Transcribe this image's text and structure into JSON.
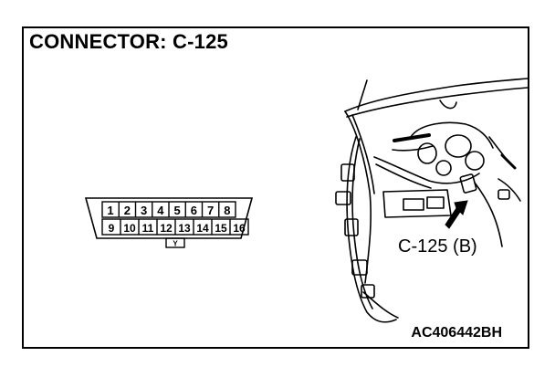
{
  "diagram": {
    "title": "CONNECTOR: C-125",
    "reference_code": "AC406442BH",
    "connector_callout": "C-125 (B)",
    "connector": {
      "top_row_pins": [
        "1",
        "2",
        "3",
        "4",
        "5",
        "6",
        "7",
        "8"
      ],
      "bottom_row_pins": [
        "9",
        "10",
        "11",
        "12",
        "13",
        "14",
        "15",
        "16"
      ],
      "key_mark": "Y"
    },
    "colors": {
      "line": "#000000",
      "background": "#ffffff"
    }
  }
}
